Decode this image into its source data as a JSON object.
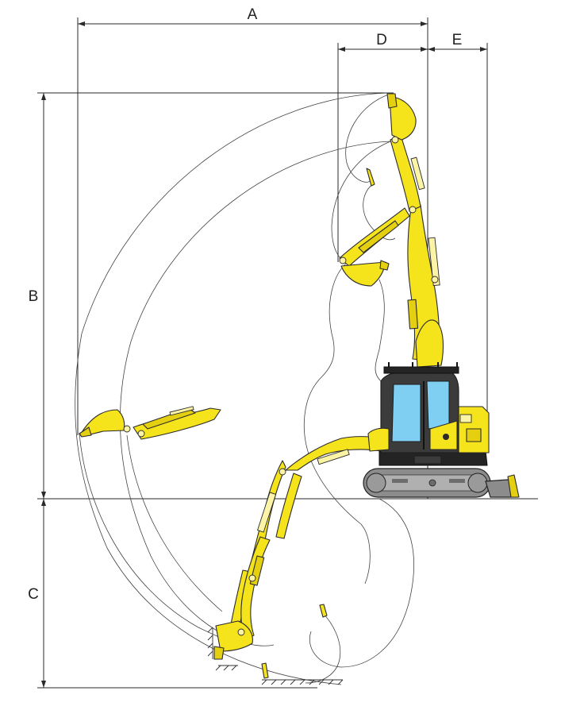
{
  "dimensions": {
    "a_label": "A",
    "b_label": "B",
    "c_label": "C",
    "d_label": "D",
    "e_label": "E"
  },
  "colors": {
    "machine_body": "#f5e31c",
    "cab_frame": "#3b3b3b",
    "cab_glass": "#7ecff2",
    "undercarriage": "#8c8c8c",
    "line": "#2a2a2a"
  }
}
